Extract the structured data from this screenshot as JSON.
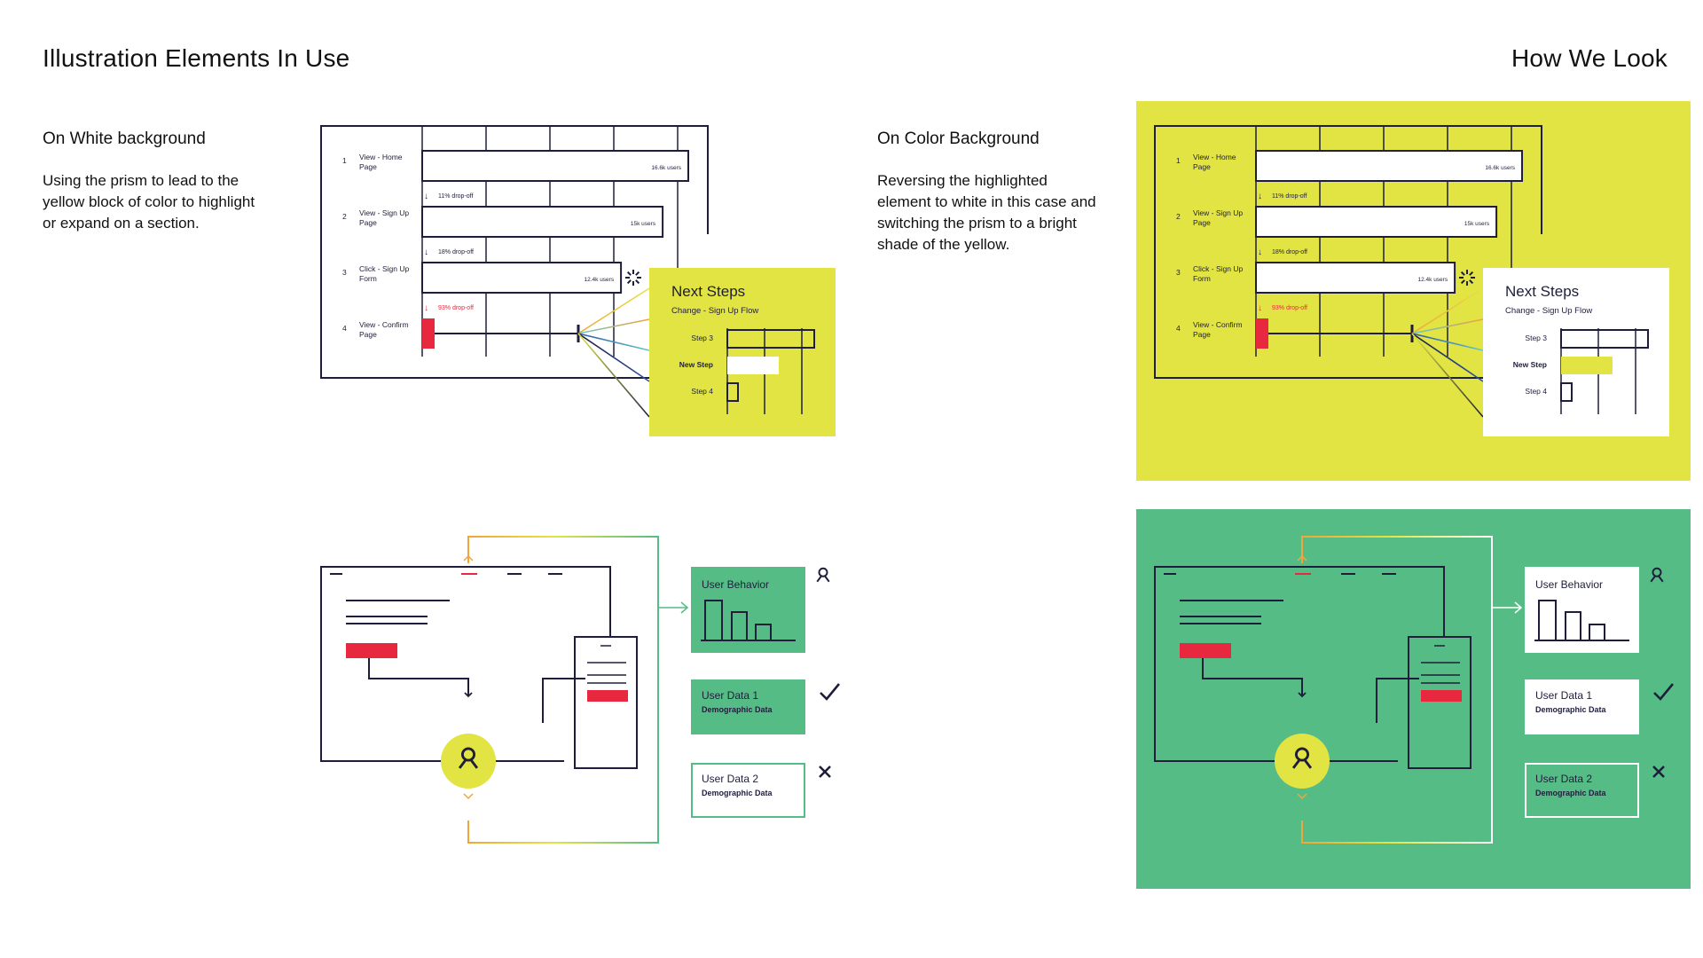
{
  "page": {
    "title_left": "Illustration Elements In Use",
    "title_right": "How We Look"
  },
  "left": {
    "heading": "On White background",
    "description": "Using the prism to lead to the\nyellow block of color to highlight\nor expand on a section."
  },
  "right": {
    "heading": "On Color Background",
    "description": "Reversing the highlighted\nelement to white in this case and\nswitching the prism to a  bright\nshade of the yellow."
  },
  "funnel": {
    "steps": [
      {
        "num": "1",
        "label_line1": "View - Home",
        "label_line2": "Page",
        "users": "16.6k users",
        "value": 16.6
      },
      {
        "num": "2",
        "label_line1": "View - Sign Up",
        "label_line2": "Page",
        "users": "15k users",
        "value": 15
      },
      {
        "num": "3",
        "label_line1": "Click - Sign Up",
        "label_line2": "Form",
        "users": "12.4k users",
        "value": 12.4
      },
      {
        "num": "4",
        "label_line1": "View - Confirm",
        "label_line2": "Page",
        "users": "",
        "value": 1
      }
    ],
    "dropoffs": [
      "11% drop-off",
      "18% drop-off",
      "93% drop-off"
    ]
  },
  "next_steps": {
    "title": "Next Steps",
    "subtitle": "Change - Sign Up Flow",
    "rows": [
      {
        "label": "Step 3"
      },
      {
        "label": "New Step"
      },
      {
        "label": "Step 4"
      }
    ]
  },
  "flow": {
    "cards": [
      {
        "title": "User Behavior",
        "subtitle": ""
      },
      {
        "title": "User Data 1",
        "subtitle": "Demographic Data"
      },
      {
        "title": "User Data 2",
        "subtitle": "Demographic Data"
      }
    ]
  },
  "colors": {
    "yellow": "#E2E443",
    "green": "#56BC86",
    "red": "#E8283F",
    "navy": "#1E1E3C",
    "prism": [
      "#E2E443",
      "#F2A53A",
      "#62C9C8",
      "#2C55A8",
      "#1E1E3C"
    ]
  }
}
